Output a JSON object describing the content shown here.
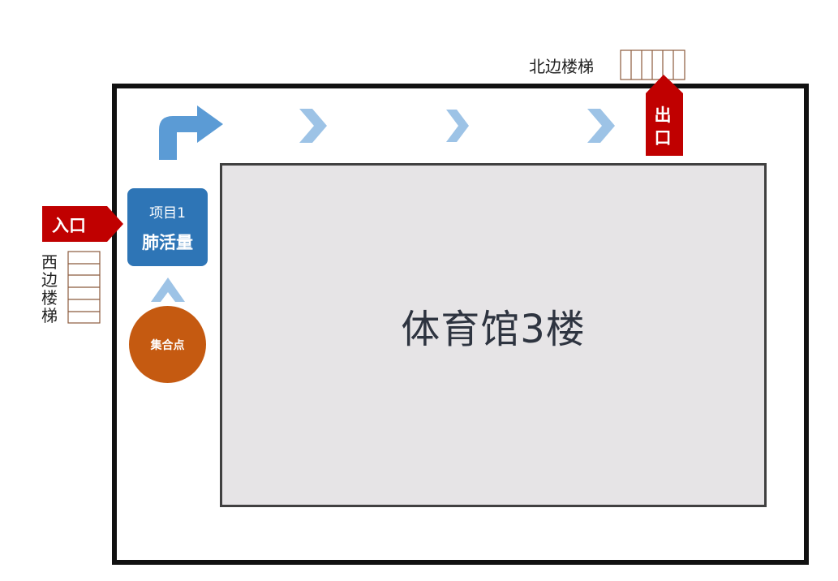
{
  "venue": {
    "name": "体育馆3楼"
  },
  "station": {
    "number": "项目1",
    "name": "肺活量"
  },
  "gather_point": {
    "label": "集合点"
  },
  "entrance": {
    "label": "入口"
  },
  "exit": {
    "label": "出口"
  },
  "stairs": {
    "north": "北边楼梯",
    "west": "西边楼梯"
  },
  "colors": {
    "station": "#2e75b6",
    "gather_point": "#c55a11",
    "entrance_exit": "#c00000",
    "route_arrow": "#5b9bd5",
    "route_chevron": "#9dc3e6",
    "floor_block": "#e6e4e6",
    "stair_lines": "#8b5a3c"
  }
}
